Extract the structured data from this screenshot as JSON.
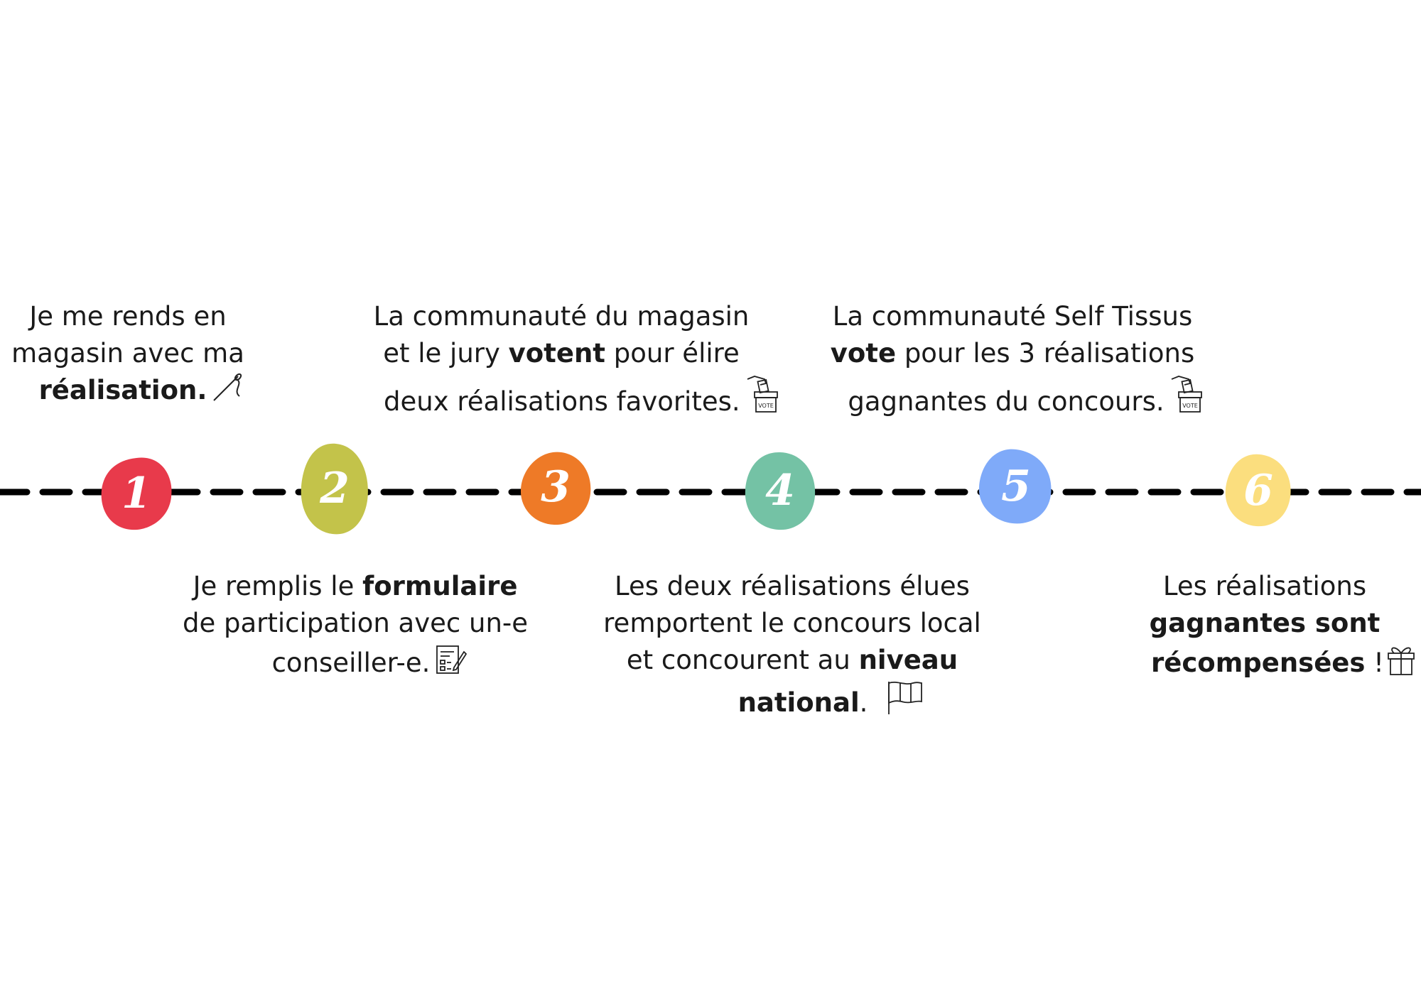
{
  "timeline": {
    "steps": [
      {
        "number": "1",
        "color": "#E83A4B",
        "text": {
          "l1": "Je me rends en",
          "l2": "magasin avec ma",
          "l3b": "réalisation.",
          "icon": "needle-thread-icon"
        }
      },
      {
        "number": "2",
        "color": "#C3C34A",
        "text": {
          "l1a": "Je remplis le ",
          "l1b": "formulaire",
          "l2": "de participation avec un-e",
          "l3": "conseiller-e.",
          "icon": "form-pencil-icon"
        }
      },
      {
        "number": "3",
        "color": "#EE7A27",
        "text": {
          "l1": "La communauté du magasin",
          "l2a": "et le jury ",
          "l2b": "votent",
          "l2c": " pour élire",
          "l3": "deux réalisations favorites.",
          "icon": "ballot-box-icon",
          "icon_label": "VOTE"
        }
      },
      {
        "number": "4",
        "color": "#74C2A5",
        "text": {
          "l1": "Les deux réalisations élues",
          "l2": "remportent le concours local",
          "l3a": "et concourent au ",
          "l3b": "niveau",
          "l4b": "national",
          "l4c": ".",
          "icon": "flag-icon"
        }
      },
      {
        "number": "5",
        "color": "#7FAAF9",
        "text": {
          "l1": "La communauté Self Tissus",
          "l2b": "vote",
          "l2c": " pour les 3 réalisations",
          "l3": "gagnantes du concours.",
          "icon": "ballot-box-icon",
          "icon_label": "VOTE"
        }
      },
      {
        "number": "6",
        "color": "#FBDE7E",
        "text": {
          "l1": "Les réalisations",
          "l2b": "gagnantes sont",
          "l3b": "récompensées",
          "l3c": " !",
          "icon": "gift-icon"
        }
      }
    ]
  }
}
